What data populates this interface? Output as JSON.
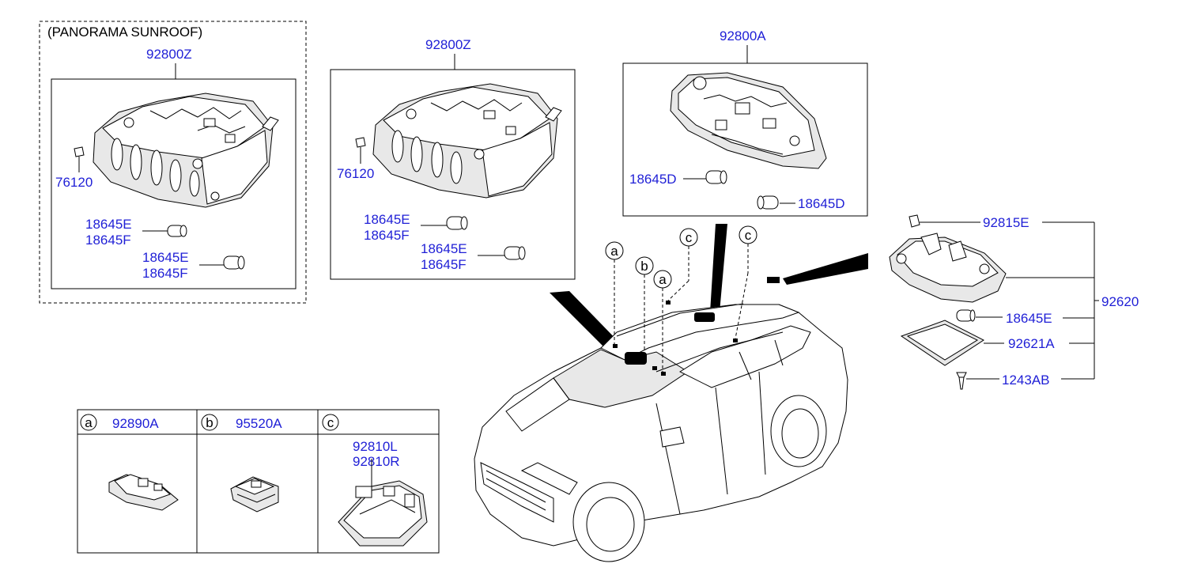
{
  "panorama_group": {
    "note": "(PANORAMA SUNROOF)",
    "assembly": "92800Z",
    "clip": "76120",
    "bulb1_a": "18645E",
    "bulb1_b": "18645F",
    "bulb2_a": "18645E",
    "bulb2_b": "18645F"
  },
  "standard_group": {
    "assembly": "92800Z",
    "clip": "76120",
    "bulb1_a": "18645E",
    "bulb1_b": "18645F",
    "bulb2_a": "18645E",
    "bulb2_b": "18645F"
  },
  "front_group": {
    "assembly": "92800A",
    "bulb1": "18645D",
    "bulb2": "18645D"
  },
  "rear_group": {
    "lens_holder": "92815E",
    "assembly": "92620",
    "bulb": "18645E",
    "lens": "92621A",
    "screw": "1243AB"
  },
  "callouts": {
    "a1": "a",
    "b": "b",
    "a2": "a",
    "c1": "c",
    "c2": "c"
  },
  "legend_table": {
    "col_a": {
      "letter": "a",
      "part": "92890A"
    },
    "col_b": {
      "letter": "b",
      "part": "95520A"
    },
    "col_c": {
      "letter": "c",
      "part_1": "92810L",
      "part_2": "92810R"
    }
  }
}
